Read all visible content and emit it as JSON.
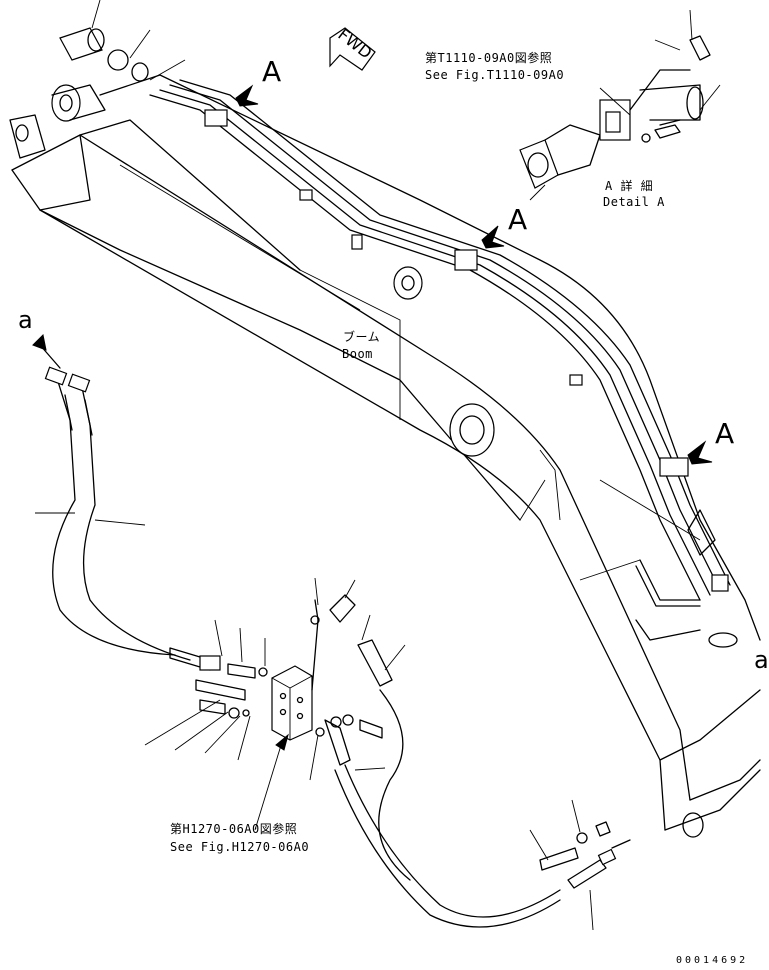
{
  "labels": {
    "fwd": "FWD",
    "ref_top_jp": "第T1110-09A0図参照",
    "ref_top_en": "See Fig.T1110-09A0",
    "callout_a": "A",
    "detail_jp": "A 詳 細",
    "detail_en": "Detail A",
    "boom_jp": "ブーム",
    "boom_en": "Boom",
    "arrow_a_small": "a",
    "ref_bottom_jp": "第H1270-06A0図参照",
    "ref_bottom_en": "See Fig.H1270-06A0",
    "drawing_no": "00014692"
  }
}
